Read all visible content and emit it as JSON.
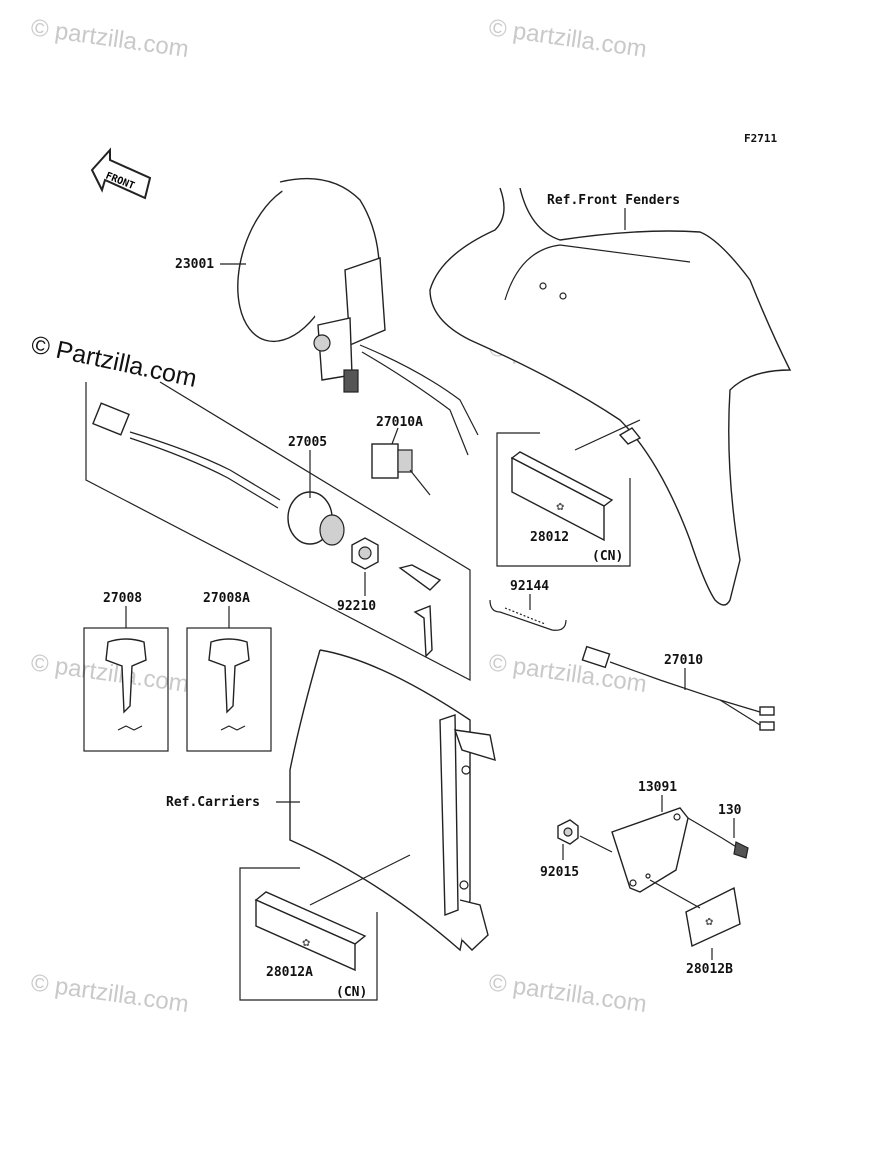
{
  "figure_code": "F2711",
  "front_arrow_label": "FRONT",
  "watermark_text": "© Partzilla.com",
  "watermark_faint_text": "© partzilla.com",
  "references": {
    "front_fenders": "Ref.Front Fenders",
    "carriers": "Ref.Carriers"
  },
  "parts": {
    "p23001": "23001",
    "p27005": "27005",
    "p27010A": "27010A",
    "p28012": "28012",
    "p28012_note": "(CN)",
    "p92210": "92210",
    "p92144": "92144",
    "p27010": "27010",
    "p27008": "27008",
    "p27008A": "27008A",
    "p13091": "13091",
    "p130": "130",
    "p92015": "92015",
    "p28012A": "28012A",
    "p28012A_note": "(CN)",
    "p28012B": "28012B"
  },
  "colors": {
    "line": "#222222",
    "shade": "#d0d0d0",
    "watermark": "#c9c9c9"
  }
}
